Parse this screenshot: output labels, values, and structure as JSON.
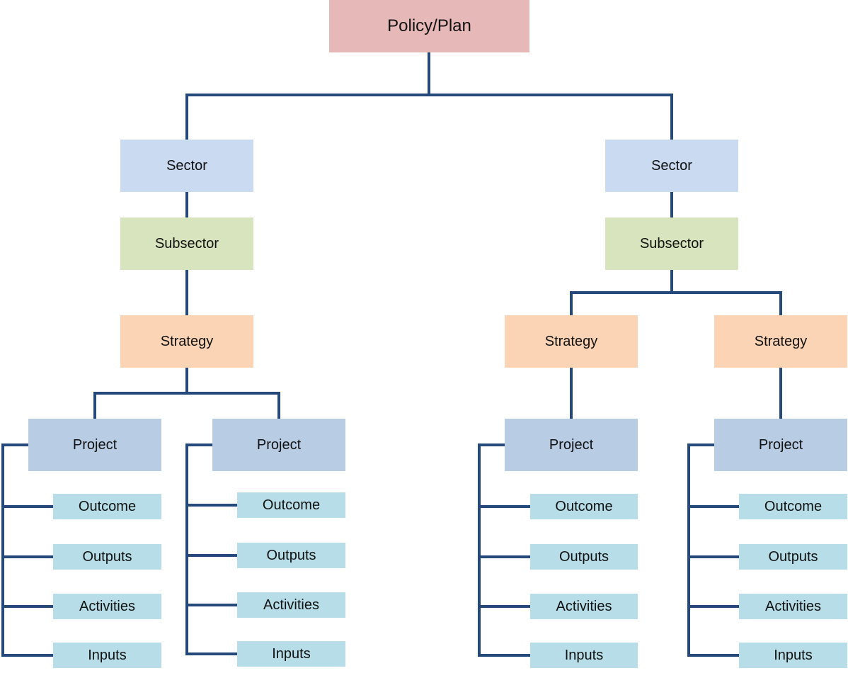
{
  "colors": {
    "line": "#24497a",
    "policy": "#e6b8b8",
    "sector": "#c9daf1",
    "subsector": "#d8e4bd",
    "strategy": "#fad4b4",
    "project": "#b8cce4",
    "detail": "#b7dee8"
  },
  "root": {
    "label": "Policy/Plan"
  },
  "branches": [
    {
      "sector": "Sector",
      "subsector": "Subsector",
      "strategies": [
        {
          "label": "Strategy",
          "projects": [
            {
              "label": "Project",
              "items": [
                "Outcome",
                "Outputs",
                "Activities",
                "Inputs"
              ]
            },
            {
              "label": "Project",
              "items": [
                "Outcome",
                "Outputs",
                "Activities",
                "Inputs"
              ]
            }
          ]
        }
      ]
    },
    {
      "sector": "Sector",
      "subsector": "Subsector",
      "strategies": [
        {
          "label": "Strategy",
          "projects": [
            {
              "label": "Project",
              "items": [
                "Outcome",
                "Outputs",
                "Activities",
                "Inputs"
              ]
            }
          ]
        },
        {
          "label": "Strategy",
          "projects": [
            {
              "label": "Project",
              "items": [
                "Outcome",
                "Outputs",
                "Activities",
                "Inputs"
              ]
            }
          ]
        }
      ]
    }
  ]
}
